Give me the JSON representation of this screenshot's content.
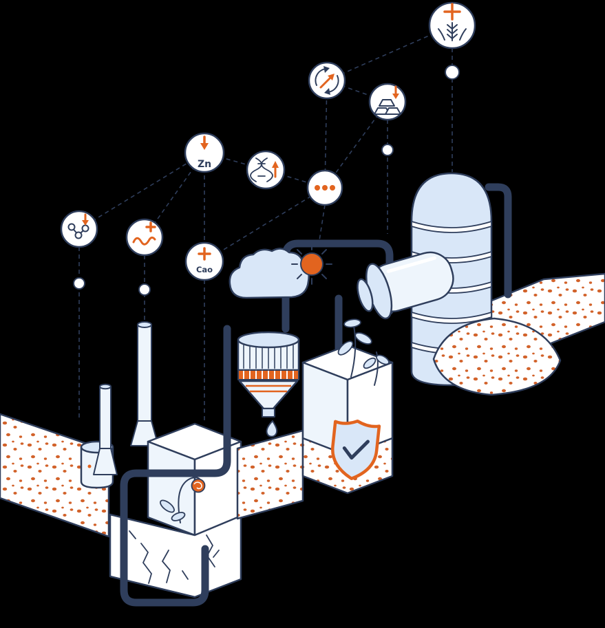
{
  "illustration": {
    "title": "soil-nutrients-industry-isometric-illustration",
    "labels": {
      "zinc": "Zn",
      "calcium_oxide": "Cao"
    },
    "badges": [
      {
        "name": "wheat-plus-badge",
        "icon": "wheat-icon"
      },
      {
        "name": "cycle-up-badge",
        "icon": "circular-arrows-up-icon"
      },
      {
        "name": "gold-bars-badge",
        "icon": "gold-ingots-down-arrow-icon"
      },
      {
        "name": "zinc-badge",
        "icon": "down-arrow-icon"
      },
      {
        "name": "dna-badge",
        "icon": "dna-up-arrow-icon"
      },
      {
        "name": "ellipsis-badge",
        "icon": "three-dots-icon"
      },
      {
        "name": "molecule-badge",
        "icon": "molecule-down-arrow-icon"
      },
      {
        "name": "worm-plus-badge",
        "icon": "worm-plus-icon"
      },
      {
        "name": "cao-badge",
        "icon": "plus-icon"
      }
    ],
    "scene_elements": [
      "sun",
      "cloud",
      "rotary-funnel-mixer",
      "water-droplet",
      "storage-silo",
      "horizontal-tank",
      "factory-box",
      "chimneys",
      "small-tank",
      "wilted-plant",
      "cracked-soil-block",
      "soil-slab-with-pebbles",
      "middle-soil-box",
      "leaf-sprouts",
      "shield-checkmark",
      "navy-pipes",
      "connector-dots",
      "dashed-network-lines"
    ],
    "colors": {
      "navy": "#2f3e5c",
      "orange": "#e2641f",
      "pebble_orange": "#d2622a",
      "light_blue": "#d9e7f8",
      "pale_blue": "#eef5fc",
      "white": "#ffffff",
      "background": "#000000"
    }
  }
}
